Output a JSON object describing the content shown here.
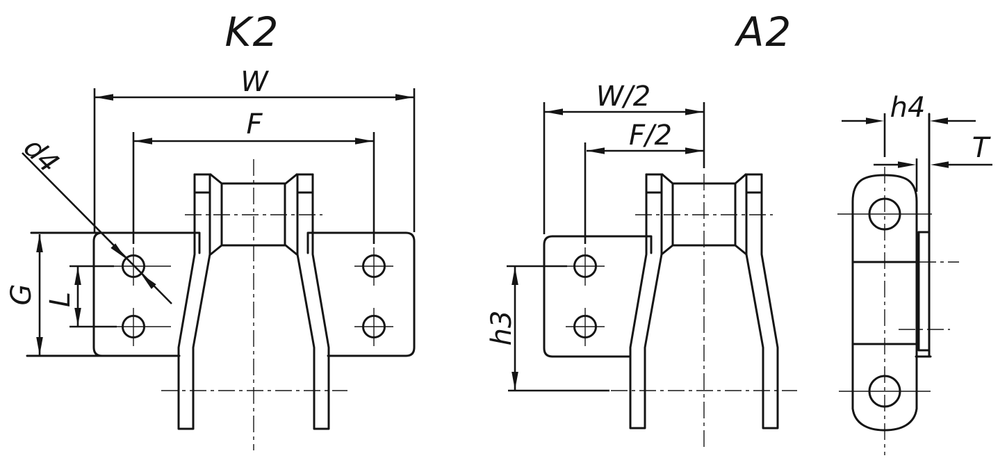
{
  "drawing": {
    "background_color": "#ffffff",
    "line_color": "#141414",
    "views": {
      "k2": {
        "title": "K2",
        "dim_overall_width": "W",
        "dim_flat_width": "F",
        "dim_plate_height": "G",
        "dim_hole_spacing": "L",
        "dim_hole_diameter": "d4"
      },
      "a2": {
        "title": "A2",
        "dim_half_overall_width": "W/2",
        "dim_half_flat_width": "F/2",
        "dim_height": "h3"
      },
      "side": {
        "dim_height": "h4",
        "dim_thickness": "T"
      }
    }
  }
}
